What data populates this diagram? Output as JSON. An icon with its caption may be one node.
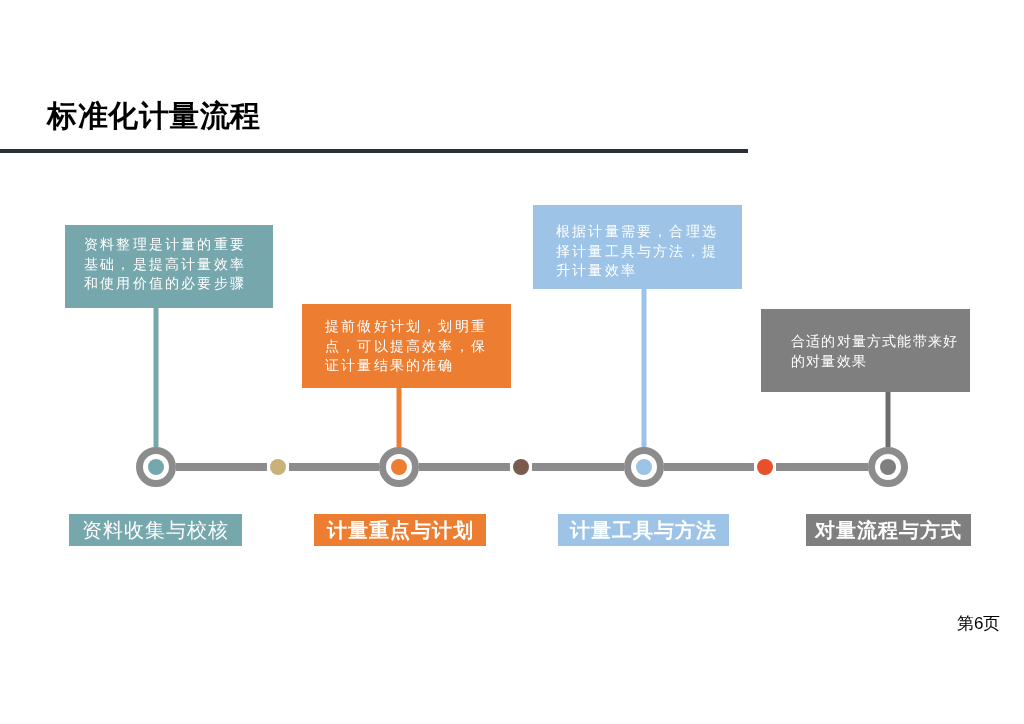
{
  "diagram": {
    "title": "标准化计量流程",
    "nodes": [
      {
        "text": [
          "资料整理是计量的重要基础，是提高计量效率和使用价值的必要步骤"
        ]
      },
      {
        "text": [
          "提前做好计划，划明重点，可以提高效率，保证计量结果的准确"
        ]
      },
      {
        "text": [
          "根据计量需要，合理选择计量工具与方法，提升计量效率"
        ]
      },
      {
        "text": [
          "合适的对量方式能带来好的对量效果"
        ]
      },
      {
        "text": [],
        "shape": "circle"
      },
      {
        "text": [],
        "shape": "circle"
      },
      {
        "text": [],
        "shape": "circle"
      },
      {
        "text": [],
        "shape": "circle"
      },
      {
        "text": [],
        "shape": "circle"
      },
      {
        "text": [],
        "shape": "circle"
      },
      {
        "text": [],
        "shape": "circle"
      },
      {
        "text": [
          "资料收集与校核"
        ]
      },
      {
        "text": [
          "计量重点与计划"
        ]
      },
      {
        "text": [
          "计量工具与方法"
        ]
      },
      {
        "text": [
          "对量流程与方式"
        ]
      }
    ],
    "edges": [
      {
        "from": 0,
        "to": 4,
        "arrow": "none",
        "color": "#76a7ac"
      },
      {
        "from": 1,
        "to": 6,
        "arrow": "none",
        "color": "#ed7d31"
      },
      {
        "from": 2,
        "to": 8,
        "arrow": "none",
        "color": "#9dc3e6"
      },
      {
        "from": 3,
        "to": 10,
        "arrow": "none",
        "color": "#6d6d6d"
      },
      {
        "from": 4,
        "to": 5,
        "arrow": "none"
      },
      {
        "from": 5,
        "to": 6,
        "arrow": "none"
      },
      {
        "from": 6,
        "to": 7,
        "arrow": "none"
      },
      {
        "from": 7,
        "to": 8,
        "arrow": "none"
      },
      {
        "from": 8,
        "to": 9,
        "arrow": "none"
      },
      {
        "from": 9,
        "to": 10,
        "arrow": "none"
      }
    ],
    "labels": [
      "第6页"
    ]
  }
}
